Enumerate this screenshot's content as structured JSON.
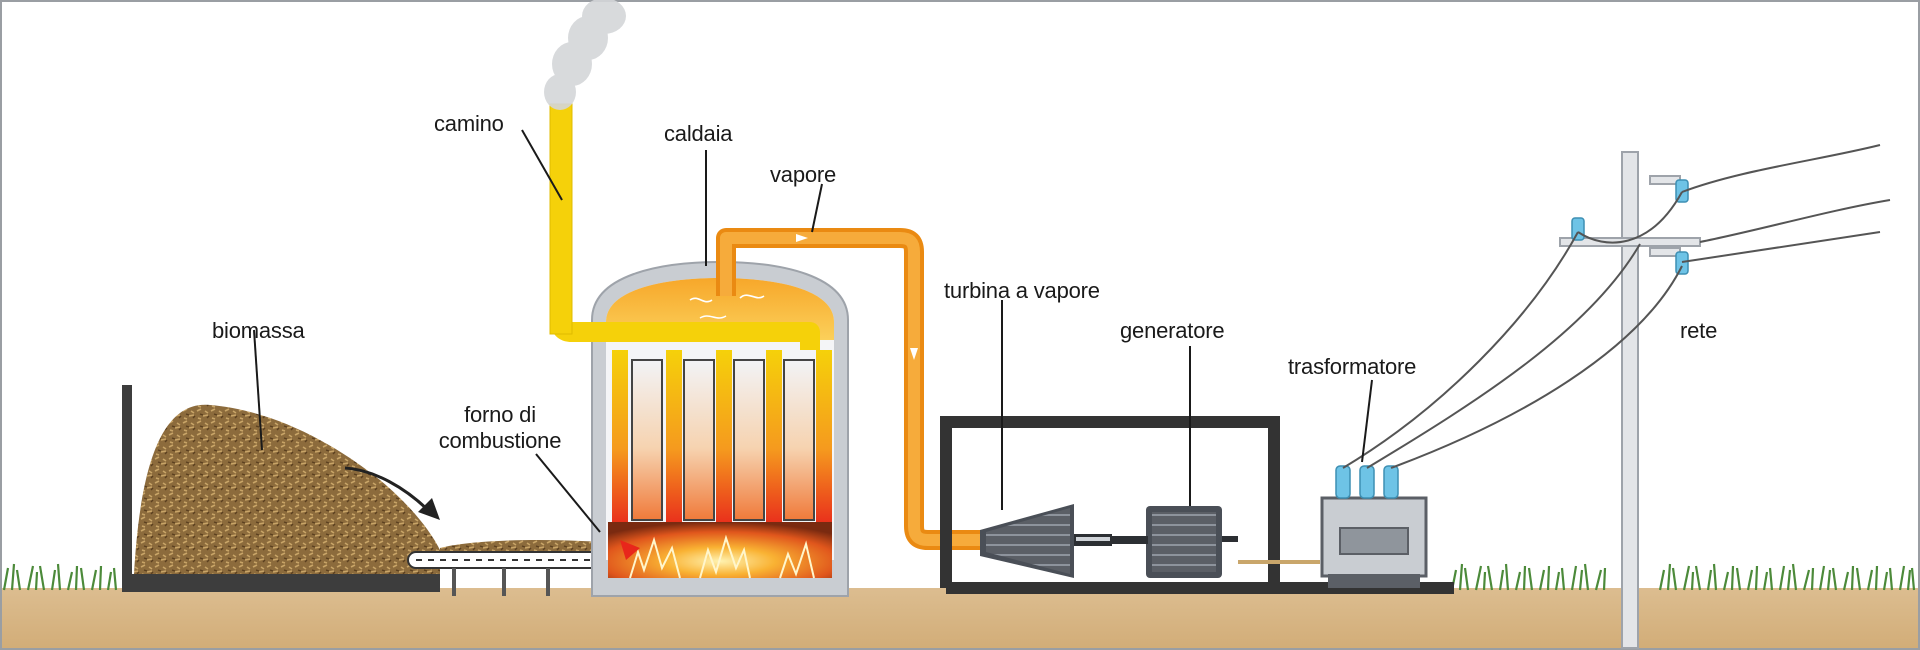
{
  "diagram": {
    "labels": {
      "camino": "camino",
      "caldaia": "caldaia",
      "vapore": "vapore",
      "biomassa": "biomassa",
      "forno_line1": "forno di",
      "forno_line2": "combustione",
      "turbina": "turbina a vapore",
      "generatore": "generatore",
      "trasformatore": "trasformatore",
      "rete": "rete"
    },
    "colors": {
      "steam_pipe": "#f29a1e",
      "flue_pipe": "#f5d10a",
      "boiler_wall": "#c9cdd2",
      "flame_red": "#e8261b",
      "ground": "#d9b98a",
      "grass": "#4c8a3a",
      "biomass": "#8a6a3a",
      "frame": "#333333",
      "insulator": "#6ec3e6"
    }
  }
}
